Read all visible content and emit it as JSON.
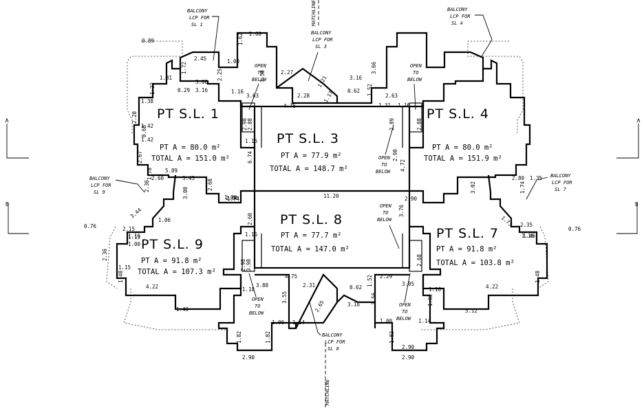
{
  "units": [
    {
      "name": "PT S.L. 1",
      "area": "PT A = 80.0 m²",
      "total": "TOTAL A = 151.0 m²"
    },
    {
      "name": "PT S.L. 3",
      "area": "PT A = 77.9 m²",
      "total": "TOTAL A = 148.7 m²"
    },
    {
      "name": "PT S.L. 4",
      "area": "PT A = 80.0 m²",
      "total": "TOTAL A = 151.9 m²"
    },
    {
      "name": "PT S.L. 8",
      "area": "PT A = 77.7 m²",
      "total": "TOTAL A = 147.0 m²"
    },
    {
      "name": "PT S.L. 9",
      "area": "PT A = 91.8 m²",
      "total": "TOTAL A = 107.3 m²"
    },
    {
      "name": "PT S.L. 7",
      "area": "PT A = 91.8 m²",
      "total": "TOTAL A = 103.8 m²"
    }
  ],
  "notes": {
    "balcony_1": [
      "BALCONY",
      "LCP FOR",
      "SL 1"
    ],
    "balcony_3": [
      "BALCONY",
      "LCP FOR",
      "SL 3"
    ],
    "balcony_4": [
      "BALCONY",
      "LCP FOR",
      "SL 4"
    ],
    "balcony_9": [
      "BALCONY",
      "LCP FOR",
      "SL 9"
    ],
    "balcony_7": [
      "BALCONY",
      "LCP FOR",
      "SL 7"
    ],
    "balcony_8": [
      "BALCONY",
      "LCP FOR",
      "SL 8"
    ],
    "open_below": [
      "OPEN",
      "TO",
      "BELOW"
    ],
    "matchline": "MATCHLINE"
  },
  "dims": [
    "0.89",
    "2.45",
    "1.72",
    "3.08",
    "3.16",
    "0.29",
    "1.81",
    "1.22",
    "1.38",
    "2.20",
    "1.42",
    "0.68",
    "1.42",
    "2.67",
    "5.89",
    "1.62",
    "2.60",
    "1.00",
    "2.25",
    "3.58",
    "1.16",
    "3.63",
    "2.98",
    "2.88",
    "1.16",
    "4.75",
    "2.27",
    "1.21",
    "2.28",
    "1.17",
    "0.62",
    "3.16",
    "1.52",
    "3.66",
    "2.63",
    "1.31",
    "1.16",
    "2.89",
    "2.88",
    "2.90",
    "6.74",
    "4.72",
    "11.20",
    "2.60",
    "3.76",
    "1.16",
    "2.36",
    "1.78",
    "2.60",
    "3.43",
    "3.00",
    "2.60",
    "1.74",
    "1.00",
    "2.90",
    "1.16",
    "4.22",
    "1.40",
    "1.15",
    "2.36",
    "1.00",
    "2.15",
    "1.06",
    "3.44",
    "0.76",
    "1.13",
    "1.80",
    "2.98",
    "3.98",
    "1.18",
    "3.88",
    "4.75",
    "2.31",
    "3.55",
    "2.65",
    "0.62",
    "3.16",
    "1.52",
    "3.56",
    "3.05",
    "1.16",
    "2.68",
    "2.29",
    "2.90",
    "4.22",
    "1.48",
    "3.12",
    "1.62",
    "1.16",
    "1.82",
    "1.00",
    "1.14",
    "2.90",
    "0.76",
    "2.35",
    "1.73",
    "1.46",
    "3.02",
    "2.80",
    "1.35",
    "1.74"
  ]
}
